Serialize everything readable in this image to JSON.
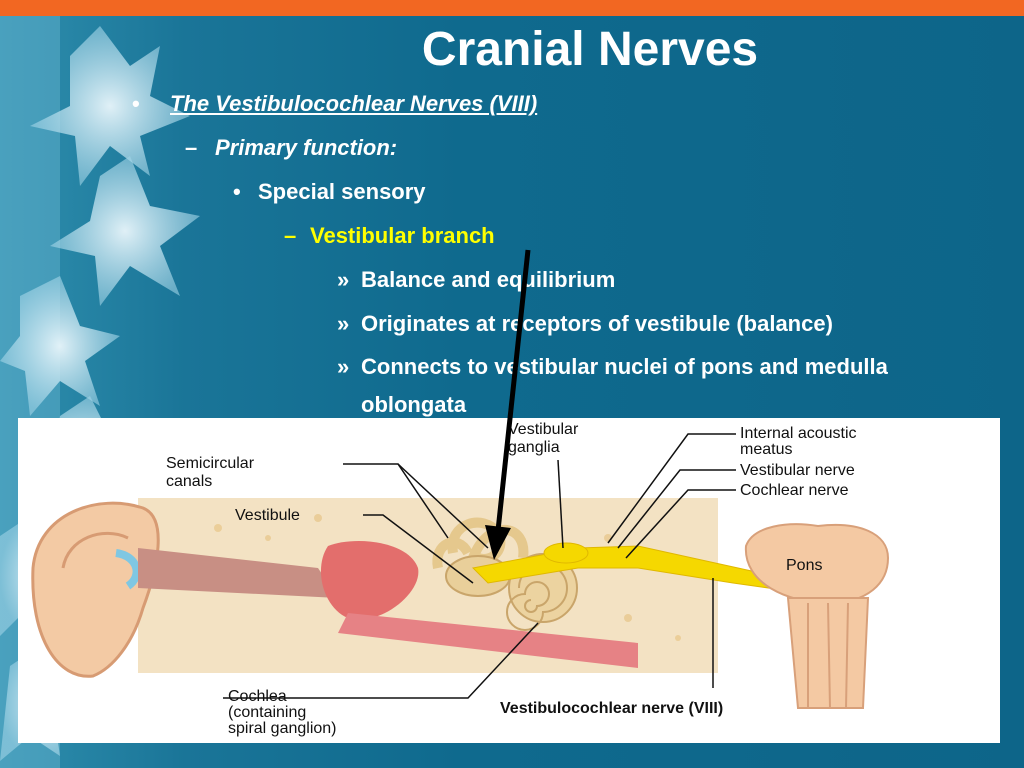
{
  "slide": {
    "title": "Cranial Nerves",
    "bullets": {
      "l1": {
        "marker": "•",
        "text": "The Vestibulocochlear Nerves (VIII)"
      },
      "l2": {
        "marker": "–",
        "text": "Primary function:"
      },
      "l3": {
        "marker": "•",
        "text": "Special sensory"
      },
      "l4": {
        "marker": "–",
        "text": "Vestibular branch"
      },
      "l5": {
        "marker": "»",
        "text": "Balance and equilibrium"
      },
      "l6": {
        "marker": "»",
        "text": "Originates at receptors of vestibule (balance)"
      },
      "l7": {
        "marker": "»",
        "text": "Connects to vestibular nuclei of pons and medulla",
        "cont": "oblongata"
      }
    }
  },
  "figure": {
    "labels": {
      "semicircular_1": "Semicircular",
      "semicircular_2": "canals",
      "vestibule": "Vestibule",
      "vestibular_ganglia_1": "Vestibular",
      "vestibular_ganglia_2": "ganglia",
      "internal_acoustic_1": "Internal acoustic",
      "internal_acoustic_2": "meatus",
      "vestibular_nerve": "Vestibular nerve",
      "cochlear_nerve": "Cochlear nerve",
      "pons": "Pons",
      "cochlea_1": "Cochlea",
      "cochlea_2": "(containing",
      "cochlea_3": "spiral ganglion)",
      "vestibulocochlear": "Vestibulocochlear nerve (VIII)"
    }
  },
  "colors": {
    "accent_bar": "#f26722",
    "background": "#0f6a8e",
    "highlight_text": "#ffff00",
    "nerve": "#f5d800"
  }
}
